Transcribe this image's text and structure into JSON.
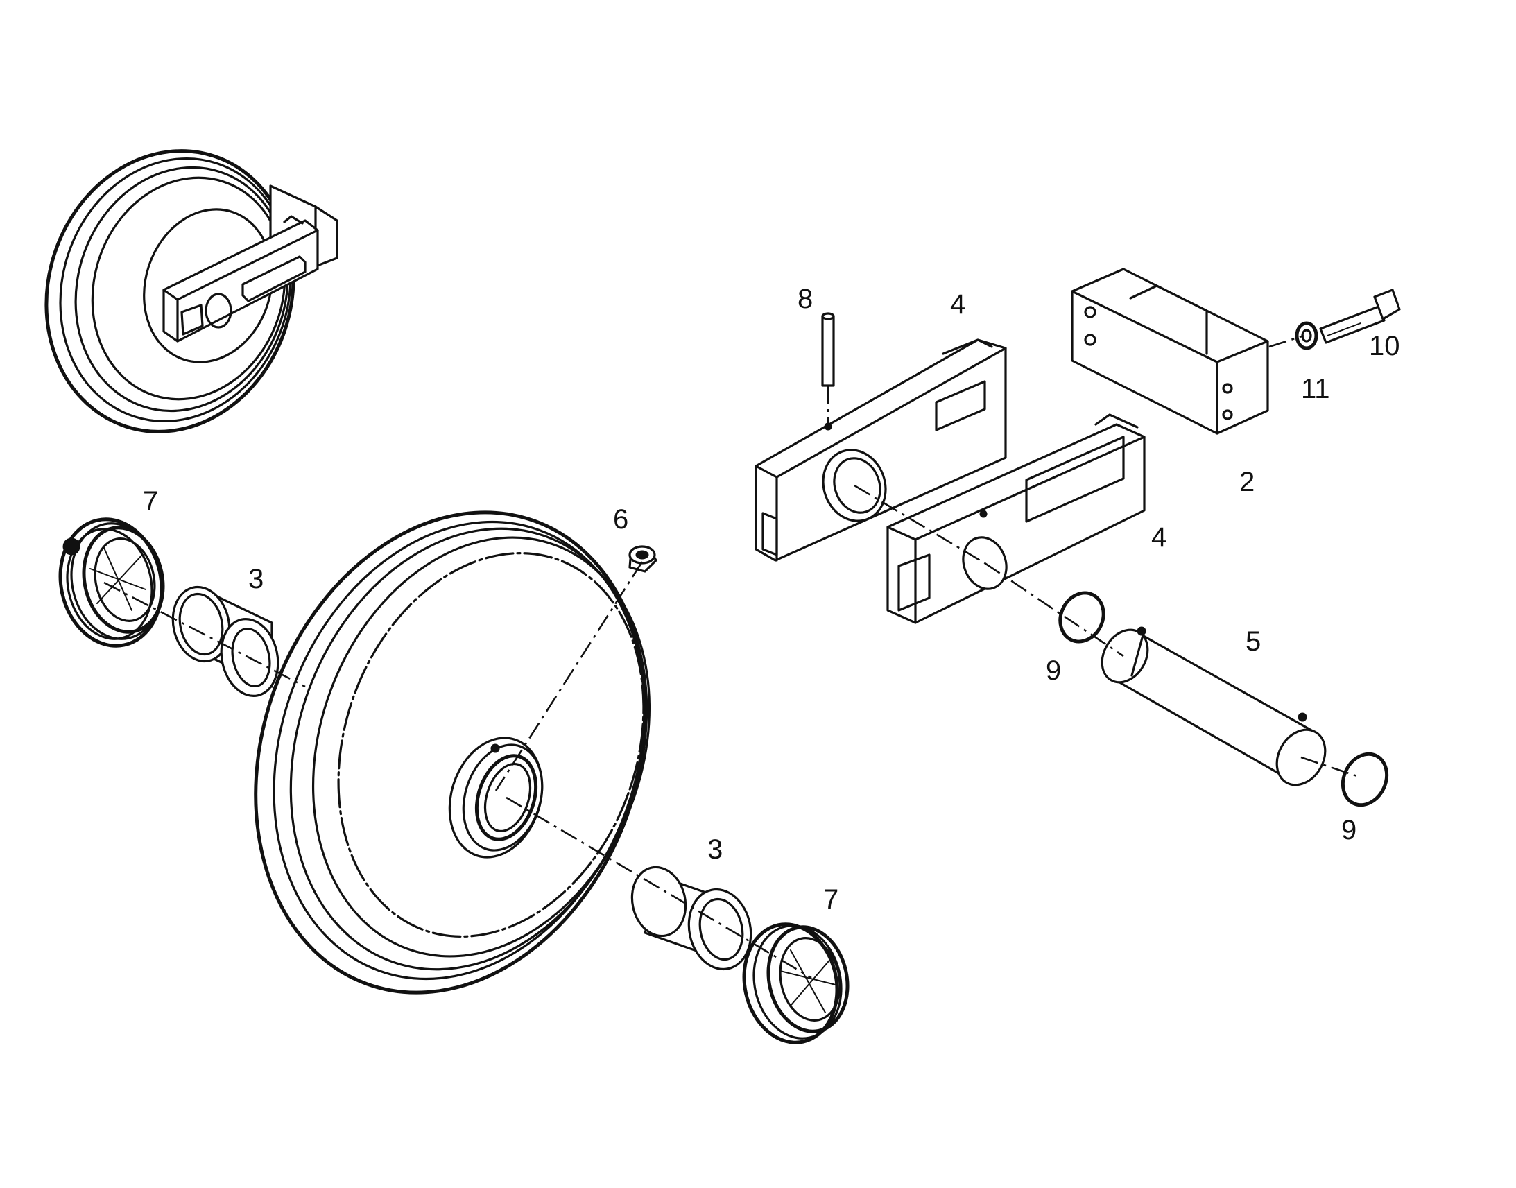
{
  "callouts": {
    "p2": "2",
    "p3a": "3",
    "p3b": "3",
    "p4a": "4",
    "p4b": "4",
    "p5": "5",
    "p6": "6",
    "p7a": "7",
    "p7b": "7",
    "p8": "8",
    "p9a": "9",
    "p9b": "9",
    "p10": "10",
    "p11": "11"
  }
}
